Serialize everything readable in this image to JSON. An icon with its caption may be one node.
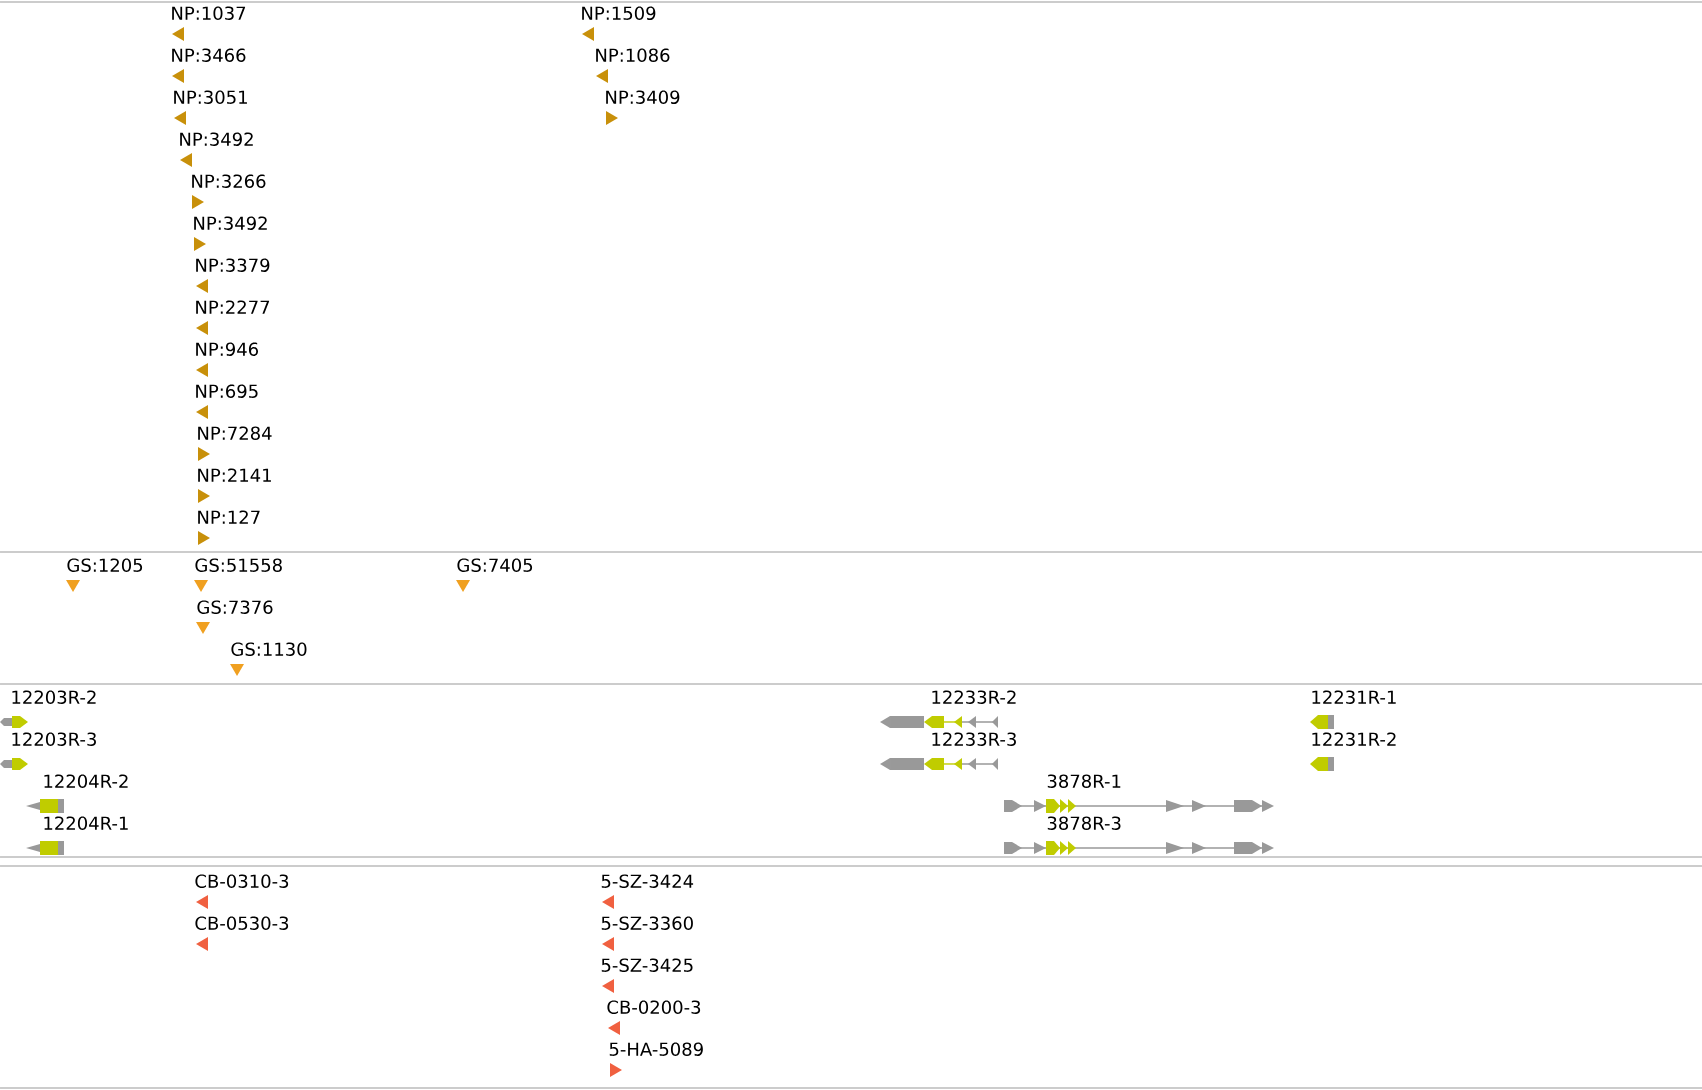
{
  "diagram": {
    "labels": [
      "NP:1037",
      "NP:1509",
      "NP:3466",
      "NP:1086",
      "NP:3051",
      "NP:3409",
      "NP:3492",
      "NP:3266",
      "NP:3492",
      "NP:3379",
      "NP:2277",
      "NP:946",
      "NP:695",
      "NP:7284",
      "NP:2141",
      "NP:127",
      "GS:1205",
      "GS:51558",
      "GS:7405",
      "GS:7376",
      "GS:1130",
      "12203R-2",
      "12233R-2",
      "12231R-1",
      "12203R-3",
      "12233R-3",
      "12231R-2",
      "12204R-2",
      "3878R-1",
      "12204R-1",
      "3878R-3",
      "CB-0310-3",
      "5-SZ-3424",
      "CB-0530-3",
      "5-SZ-3360",
      "5-SZ-3425",
      "CB-0200-3",
      "5-HA-5089"
    ]
  }
}
